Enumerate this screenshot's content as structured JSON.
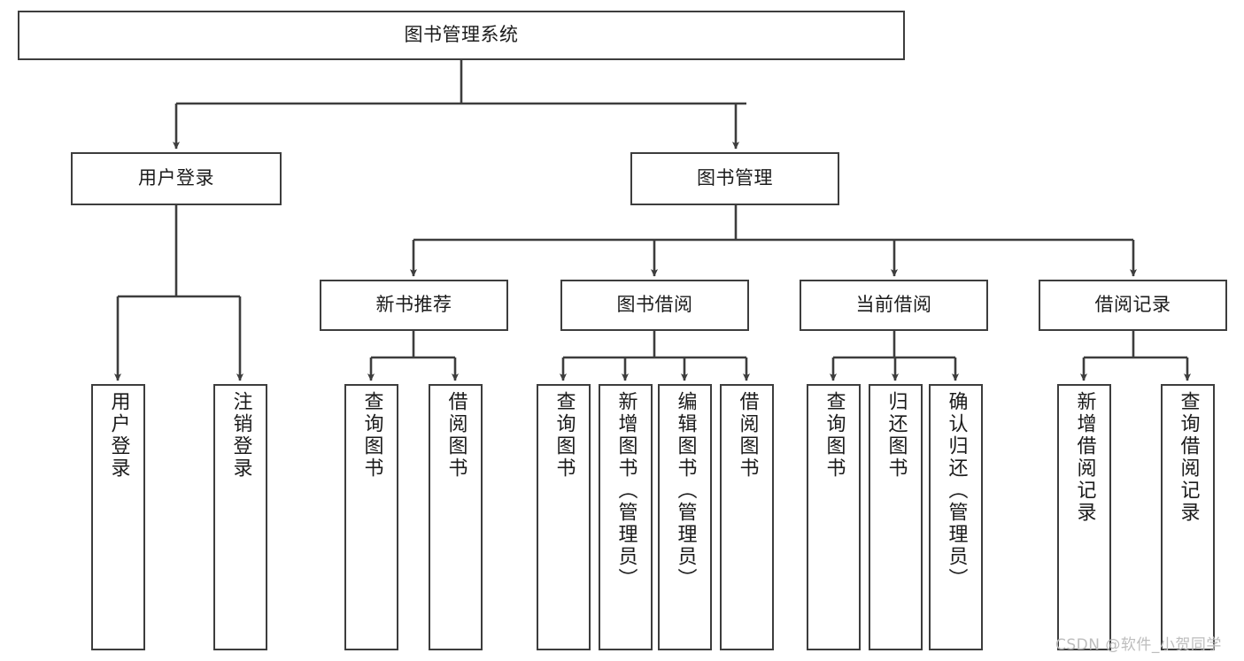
{
  "diagram": {
    "title": "图书管理系统",
    "type": "hierarchy-tree",
    "watermark": "CSDN @软件_小贺同学",
    "colors": {
      "box_border": "#3d3d3d",
      "box_fill": "#ffffff",
      "connector": "#3d3d3d",
      "text": "#1b1b1b",
      "watermark": "#bdbdbd",
      "background": "#ffffff"
    },
    "nodes": {
      "root": {
        "label": "图书管理系统",
        "level": 0
      },
      "l1": [
        {
          "id": "user-login",
          "label": "用户登录",
          "level": 1
        },
        {
          "id": "book-manage",
          "label": "图书管理",
          "level": 1
        }
      ],
      "l2": [
        {
          "id": "new-book-recommend",
          "label": "新书推荐",
          "level": 2,
          "parent": "book-manage"
        },
        {
          "id": "book-borrow",
          "label": "图书借阅",
          "level": 2,
          "parent": "book-manage"
        },
        {
          "id": "current-borrow",
          "label": "当前借阅",
          "level": 2,
          "parent": "book-manage"
        },
        {
          "id": "borrow-record",
          "label": "借阅记录",
          "level": 2,
          "parent": "book-manage"
        }
      ],
      "leaves": {
        "user_login": [
          {
            "id": "leaf-user-login",
            "label": "用户登录"
          },
          {
            "id": "leaf-logout-login",
            "label": "注销登录"
          }
        ],
        "new_book_recommend": [
          {
            "id": "leaf-query-book-1",
            "label": "查询图书"
          },
          {
            "id": "leaf-borrow-book-1",
            "label": "借阅图书"
          }
        ],
        "book_borrow": [
          {
            "id": "leaf-query-book-2",
            "label": "查询图书"
          },
          {
            "id": "leaf-add-book",
            "label": "新增图书（管理员）"
          },
          {
            "id": "leaf-edit-book",
            "label": "编辑图书（管理员）"
          },
          {
            "id": "leaf-borrow-book-2",
            "label": "借阅图书"
          }
        ],
        "current_borrow": [
          {
            "id": "leaf-query-book-3",
            "label": "查询图书"
          },
          {
            "id": "leaf-return-book",
            "label": "归还图书"
          },
          {
            "id": "leaf-confirm-return",
            "label": "确认归还（管理员）"
          }
        ],
        "borrow_record": [
          {
            "id": "leaf-add-borrow-record",
            "label": "新增借阅记录"
          },
          {
            "id": "leaf-query-borrow-record",
            "label": "查询借阅记录"
          }
        ]
      }
    }
  }
}
